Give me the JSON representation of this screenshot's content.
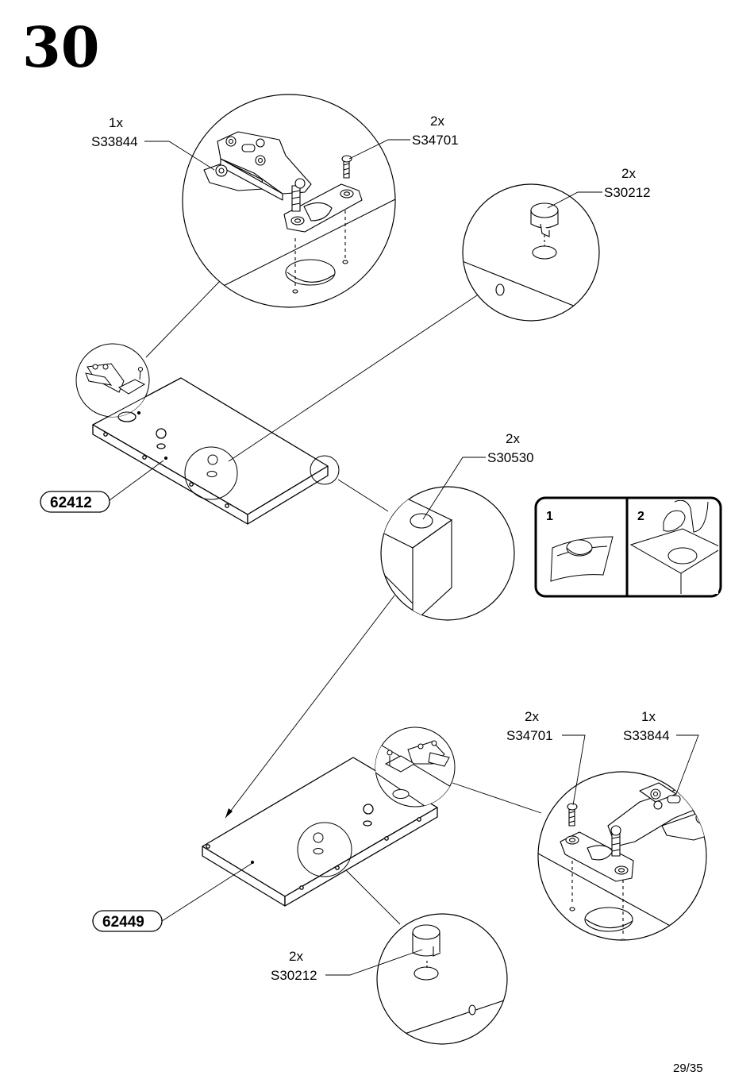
{
  "step_number": "30",
  "page_indicator": "29/35",
  "panels": {
    "top": {
      "part_id": "62412"
    },
    "bottom": {
      "part_id": "62449"
    }
  },
  "callouts": {
    "top_hinge_qty": "1x",
    "top_hinge_code": "S33844",
    "top_screw_qty": "2x",
    "top_screw_code": "S34701",
    "top_cam_qty": "2x",
    "top_cam_code": "S30212",
    "bumper_qty": "2x",
    "bumper_code": "S30530",
    "bottom_screw_qty": "2x",
    "bottom_screw_code": "S34701",
    "bottom_hinge_qty": "1x",
    "bottom_hinge_code": "S33844",
    "bottom_cam_qty": "2x",
    "bottom_cam_code": "S30212"
  },
  "instruction_box": {
    "step_1": "1",
    "step_2": "2"
  }
}
